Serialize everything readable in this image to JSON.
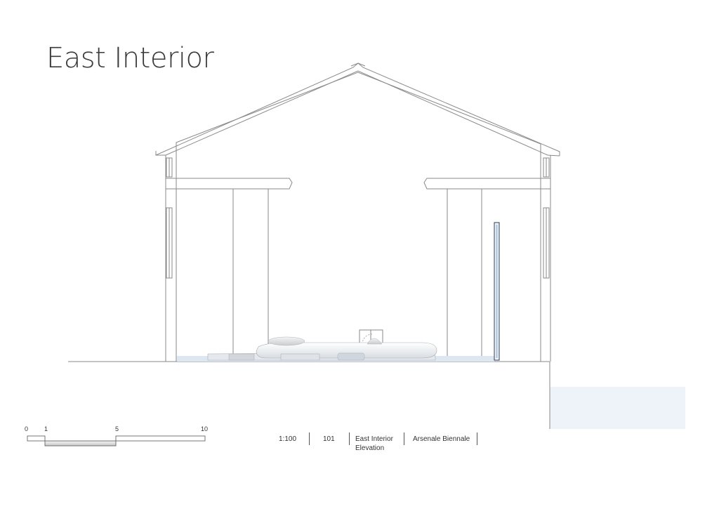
{
  "title": "East Interior",
  "scale_bar": {
    "ticks": [
      "0",
      "1",
      "5",
      "10"
    ]
  },
  "title_block": {
    "scale": "1:100",
    "drawing_number": "101",
    "drawing_name_line1": "East Interior",
    "drawing_name_line2": "Elevation",
    "project": "Arsenale Biennale"
  },
  "colors": {
    "line": "#8a8a8a",
    "water": "#dde7f2",
    "water_light": "#eef3fa",
    "glass": "#a7c2dc"
  }
}
